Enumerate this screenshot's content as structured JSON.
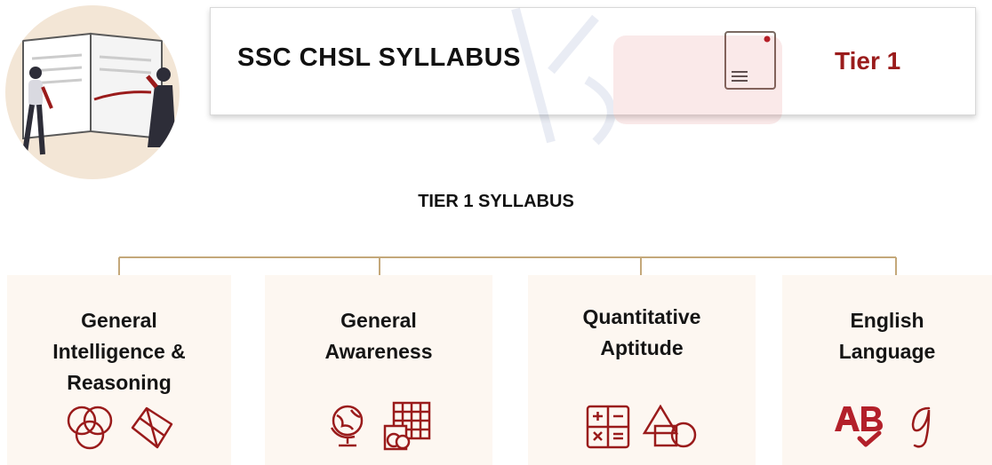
{
  "header": {
    "title": "SSC CHSL SYLLABUS",
    "tier": "Tier 1"
  },
  "section_title": "TIER 1 SYLLABUS",
  "colors": {
    "accent": "#9a1b1b",
    "connector": "#c4a87a",
    "card_bg": "#fdf7f1",
    "illustration_bg": "#f3e6d6"
  },
  "cards": [
    {
      "lines": [
        "General",
        "Intelligence &",
        "Reasoning"
      ],
      "icons": [
        "venn-diagram-icon",
        "folded-map-icon"
      ]
    },
    {
      "lines": [
        "General",
        "Awareness"
      ],
      "icons": [
        "globe-icon",
        "history-grid-icon"
      ]
    },
    {
      "lines": [
        "Quantitative",
        "Aptitude"
      ],
      "icons": [
        "math-operators-icon",
        "geometric-shapes-icon"
      ]
    },
    {
      "lines": [
        "English",
        "Language"
      ],
      "icons": [
        "ab-check-icon",
        "cursive-letter-icon"
      ]
    }
  ]
}
